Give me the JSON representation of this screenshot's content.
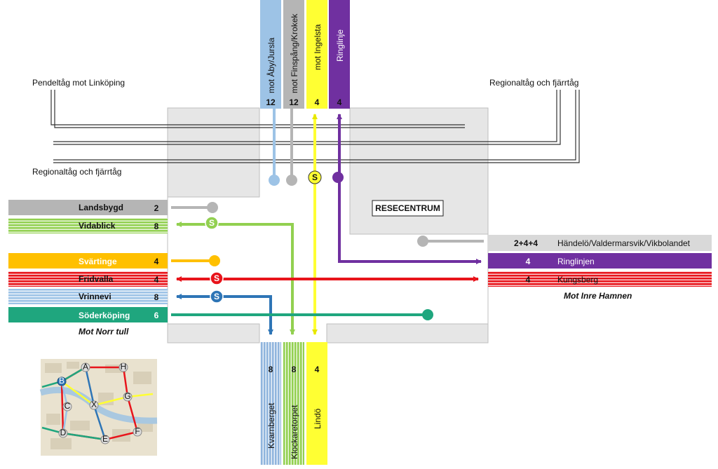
{
  "colors": {
    "blue_light": "#9dc3e6",
    "gray": "#b5b5b5",
    "yellow": "#ffff33",
    "purple": "#7030a0",
    "green_light": "#92d050",
    "orange": "#ffc000",
    "red": "#e8141b",
    "blue": "#2e75b6",
    "teal": "#1fa67e",
    "block": "#e6e6e6"
  },
  "rail": {
    "commuter_label": "Pendeltåg mot Linköping",
    "regional_left_label": "Regionaltåg och fjärrtåg",
    "regional_right_label": "Regionaltåg och fjärrtåg"
  },
  "resecentrum_label": "RESECENTRUM",
  "top_lines": [
    {
      "direction": "mot Åby/Jursla",
      "number": "12",
      "color": "#9dc3e6",
      "style": "solid",
      "dir_class": "lbl",
      "num_class": "lbl bold"
    },
    {
      "direction": "mot Finspång/Krokek",
      "number": "12",
      "color": "#b5b5b5",
      "style": "solid",
      "dir_class": "lbl",
      "num_class": "lbl bold"
    },
    {
      "direction": "mot Ingelsta",
      "number": "4",
      "color": "#ffff33",
      "style": "solid",
      "dir_class": "lbl",
      "num_class": "lbl bold"
    },
    {
      "direction": "Ringlinje",
      "number": "4",
      "color": "#7030a0",
      "style": "solid",
      "dir_class": "lbl white",
      "num_class": "lbl bold"
    }
  ],
  "bottom_lines": [
    {
      "name": "Kvarnberget",
      "number": "8",
      "color": "#2e75b6",
      "style": "striped"
    },
    {
      "name": "Klockaretorpet",
      "number": "8",
      "color": "#92d050",
      "style": "striped"
    },
    {
      "name": "Lindö",
      "number": "4",
      "color": "#ffff33",
      "style": "solid"
    }
  ],
  "left_lines": [
    {
      "name": "Landsbygd",
      "number": "2",
      "color": "#b5b5b5",
      "style": "solid"
    },
    {
      "name": "Vidablick",
      "number": "8",
      "color": "#92d050",
      "style": "striped"
    },
    {
      "name": "Svärtinge",
      "number": "4",
      "color": "#ffc000",
      "style": "solid"
    },
    {
      "name": "Fridvalla",
      "number": "4",
      "color": "#e8141b",
      "style": "striped"
    },
    {
      "name": "Vrinnevi",
      "number": "8",
      "color": "#2e75b6",
      "style": "striped"
    },
    {
      "name": "Söderköping",
      "number": "6",
      "color": "#1fa67e",
      "style": "solid"
    }
  ],
  "left_caption": "Mot Norr tull",
  "right_lines": [
    {
      "number": "2+4+4",
      "name": "Händelö/Valdermarsvik/Vikbolandet",
      "color": "#d9d9d9",
      "style": "solid",
      "text_class": "lbl",
      "num_class": "lbl bold"
    },
    {
      "number": "4",
      "name": "Ringlinjen",
      "color": "#7030a0",
      "style": "solid",
      "text_class": "lbl white",
      "num_class": "lbl bold white"
    },
    {
      "number": "4",
      "name": "Kungsberg",
      "color": "#e8141b",
      "style": "striped",
      "text_class": "lbl",
      "num_class": "lbl bold"
    }
  ],
  "right_caption": "Mot Inre Hamnen",
  "stop_marker": "S",
  "map_stops": [
    "A",
    "B",
    "C",
    "D",
    "E",
    "F",
    "G",
    "H",
    "X"
  ]
}
